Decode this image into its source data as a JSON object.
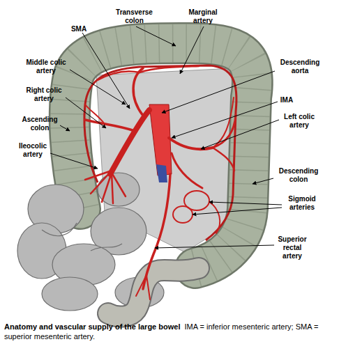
{
  "diagram": {
    "caption": "Anatomy and vascular supply of the large bowel",
    "labels": [
      "Transverse colon",
      "Marginal artery",
      "SMA",
      "Middle colic artery",
      "Descending aorta",
      "Right colic artery",
      "IMA",
      "Ascending colon",
      "Left colic artery",
      "Ileocolic artery",
      "Descending colon",
      "Sigmoid arteries",
      "Superior rectal artery",
      "IMA = inferior mesenteric artery; SMA = superior mesenteric artery."
    ]
  }
}
